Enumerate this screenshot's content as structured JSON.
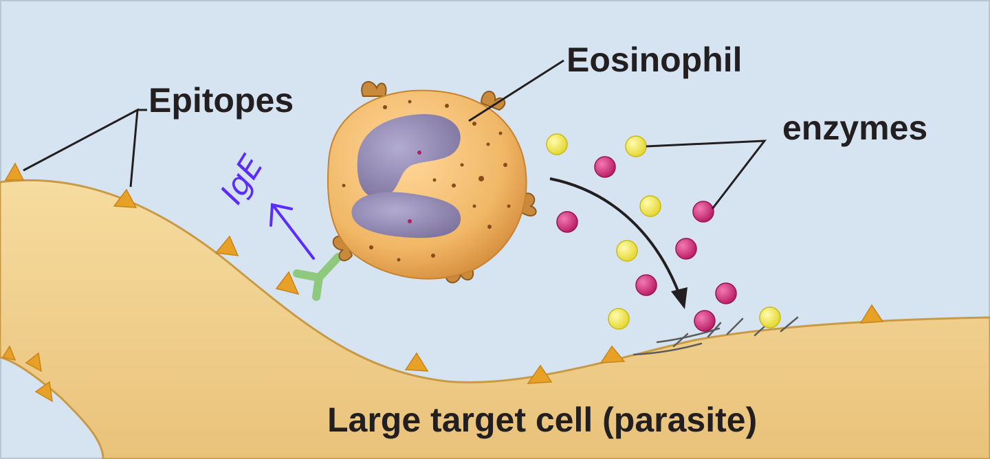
{
  "labels": {
    "epitopes": "Epitopes",
    "eosinophil": "Eosinophil",
    "enzymes": "enzymes",
    "target_cell": "Large target cell (parasite)",
    "antibody_annotation": "IgE"
  },
  "colors": {
    "background": "#d6e4f2",
    "parasite_fill": "#f0cf8a",
    "parasite_edge": "#c99a45",
    "epitope": "#e7a126",
    "eosinophil_cytoplasm": "#f0b766",
    "eosinophil_nucleus": "#8e86b0",
    "granule_yellow": "#f4ea3b",
    "granule_magenta": "#d6287a",
    "antibody": "#8fc97e",
    "annotation_ink": "#5b2bff",
    "leader_lines": "#231f20"
  }
}
